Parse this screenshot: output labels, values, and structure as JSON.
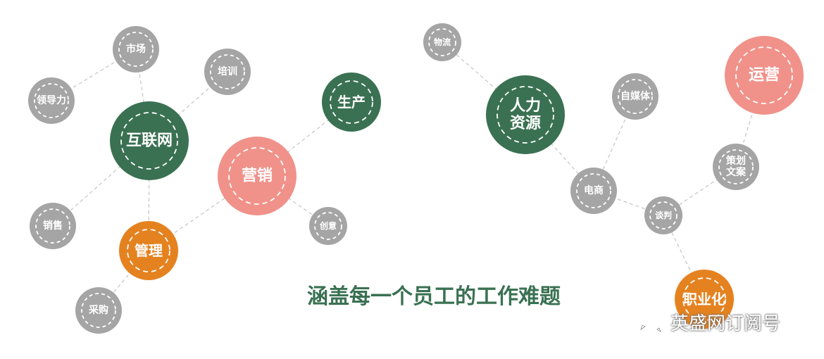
{
  "colors": {
    "dark_green": "#3a7152",
    "pink": "#f0928a",
    "orange": "#e58220",
    "gray": "#a5a5a5",
    "line": "#c8c8c8",
    "caption": "#3a7152"
  },
  "nodes": [
    {
      "id": "hulianwang",
      "lines": [
        "互联网"
      ],
      "color": "dark_green",
      "size": "large"
    },
    {
      "id": "yingxiao",
      "lines": [
        "营销"
      ],
      "color": "pink",
      "size": "large"
    },
    {
      "id": "shengchan",
      "lines": [
        "生产"
      ],
      "color": "dark_green",
      "size": "medium"
    },
    {
      "id": "guanli",
      "lines": [
        "管理"
      ],
      "color": "orange",
      "size": "medium"
    },
    {
      "id": "shichang",
      "lines": [
        "市场"
      ],
      "color": "gray",
      "size": "small"
    },
    {
      "id": "peixun",
      "lines": [
        "培训"
      ],
      "color": "gray",
      "size": "small"
    },
    {
      "id": "lingdaoli",
      "lines": [
        "领导力"
      ],
      "color": "gray",
      "size": "small"
    },
    {
      "id": "xiaoshou",
      "lines": [
        "销售"
      ],
      "color": "gray",
      "size": "small"
    },
    {
      "id": "caigou",
      "lines": [
        "采购"
      ],
      "color": "gray",
      "size": "small"
    },
    {
      "id": "chuangyi",
      "lines": [
        "创意"
      ],
      "color": "gray",
      "size": "xsmall"
    },
    {
      "id": "wuliu",
      "lines": [
        "物流"
      ],
      "color": "gray",
      "size": "xsmall"
    },
    {
      "id": "renliziyuan",
      "lines": [
        "人力",
        "资源"
      ],
      "color": "dark_green",
      "size": "large"
    },
    {
      "id": "zimeiti",
      "lines": [
        "自媒体"
      ],
      "color": "gray",
      "size": "small"
    },
    {
      "id": "yunying",
      "lines": [
        "运营"
      ],
      "color": "pink",
      "size": "large"
    },
    {
      "id": "dianshang",
      "lines": [
        "电商"
      ],
      "color": "gray",
      "size": "small"
    },
    {
      "id": "tanpan",
      "lines": [
        "谈判"
      ],
      "color": "gray",
      "size": "xsmall"
    },
    {
      "id": "cehuawenan",
      "lines": [
        "策划",
        "文案"
      ],
      "color": "gray",
      "size": "small"
    },
    {
      "id": "zhiyehua",
      "lines": [
        "职业化"
      ],
      "color": "orange",
      "size": "medium"
    }
  ],
  "edges": [
    [
      "shichang",
      "lingdaoli"
    ],
    [
      "shichang",
      "hulianwang"
    ],
    [
      "peixun",
      "hulianwang"
    ],
    [
      "hulianwang",
      "xiaoshou"
    ],
    [
      "hulianwang",
      "guanli"
    ],
    [
      "guanli",
      "yingxiao"
    ],
    [
      "guanli",
      "caigou"
    ],
    [
      "yingxiao",
      "shengchan"
    ],
    [
      "yingxiao",
      "chuangyi"
    ],
    [
      "wuliu",
      "renliziyuan"
    ],
    [
      "renliziyuan",
      "dianshang"
    ],
    [
      "zimeiti",
      "dianshang"
    ],
    [
      "dianshang",
      "tanpan"
    ],
    [
      "tanpan",
      "cehuawenan"
    ],
    [
      "cehuawenan",
      "yunying"
    ],
    [
      "tanpan",
      "zhiyehua"
    ]
  ],
  "caption": "涵盖每一个员工的工作难题",
  "watermark": {
    "text": "英盛网订阅号",
    "icon": "wechat-icon"
  }
}
